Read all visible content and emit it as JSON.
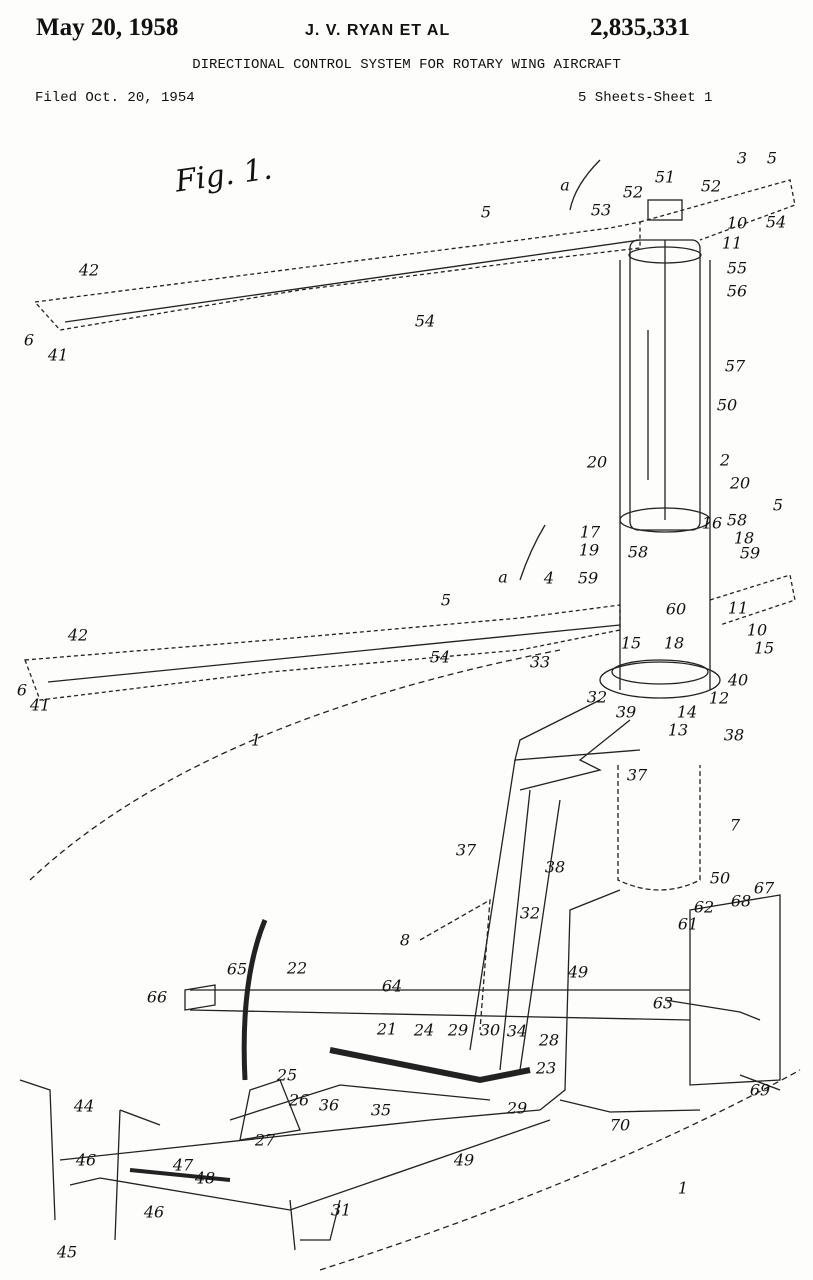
{
  "header": {
    "date": "May 20, 1958",
    "inventor": "J. V. RYAN ET AL",
    "patent_number": "2,835,331",
    "title": "DIRECTIONAL CONTROL SYSTEM FOR ROTARY WING AIRCRAFT",
    "filed": "Filed Oct. 20, 1954",
    "sheets": "5 Sheets-Sheet 1"
  },
  "figure_label": "Fig. 1.",
  "reference_labels": [
    "a",
    "51",
    "52",
    "52",
    "3",
    "5",
    "53",
    "5",
    "10",
    "54",
    "11",
    "55",
    "42",
    "56",
    "54",
    "6",
    "41",
    "57",
    "50",
    "2",
    "20",
    "20",
    "16",
    "5",
    "17",
    "58",
    "19",
    "18",
    "58",
    "59",
    "a",
    "4",
    "59",
    "5",
    "60",
    "11",
    "10",
    "42",
    "15",
    "18",
    "15",
    "54",
    "33",
    "6",
    "41",
    "40",
    "12",
    "32",
    "14",
    "39",
    "13",
    "38",
    "1",
    "37",
    "37",
    "7",
    "38",
    "50",
    "32",
    "62",
    "68",
    "67",
    "61",
    "8",
    "65",
    "22",
    "64",
    "49",
    "66",
    "63",
    "21",
    "24",
    "29",
    "30",
    "34",
    "28",
    "23",
    "25",
    "26",
    "36",
    "35",
    "29",
    "69",
    "44",
    "70",
    "27",
    "49",
    "47",
    "48",
    "46",
    "46",
    "31",
    "1",
    "45"
  ]
}
